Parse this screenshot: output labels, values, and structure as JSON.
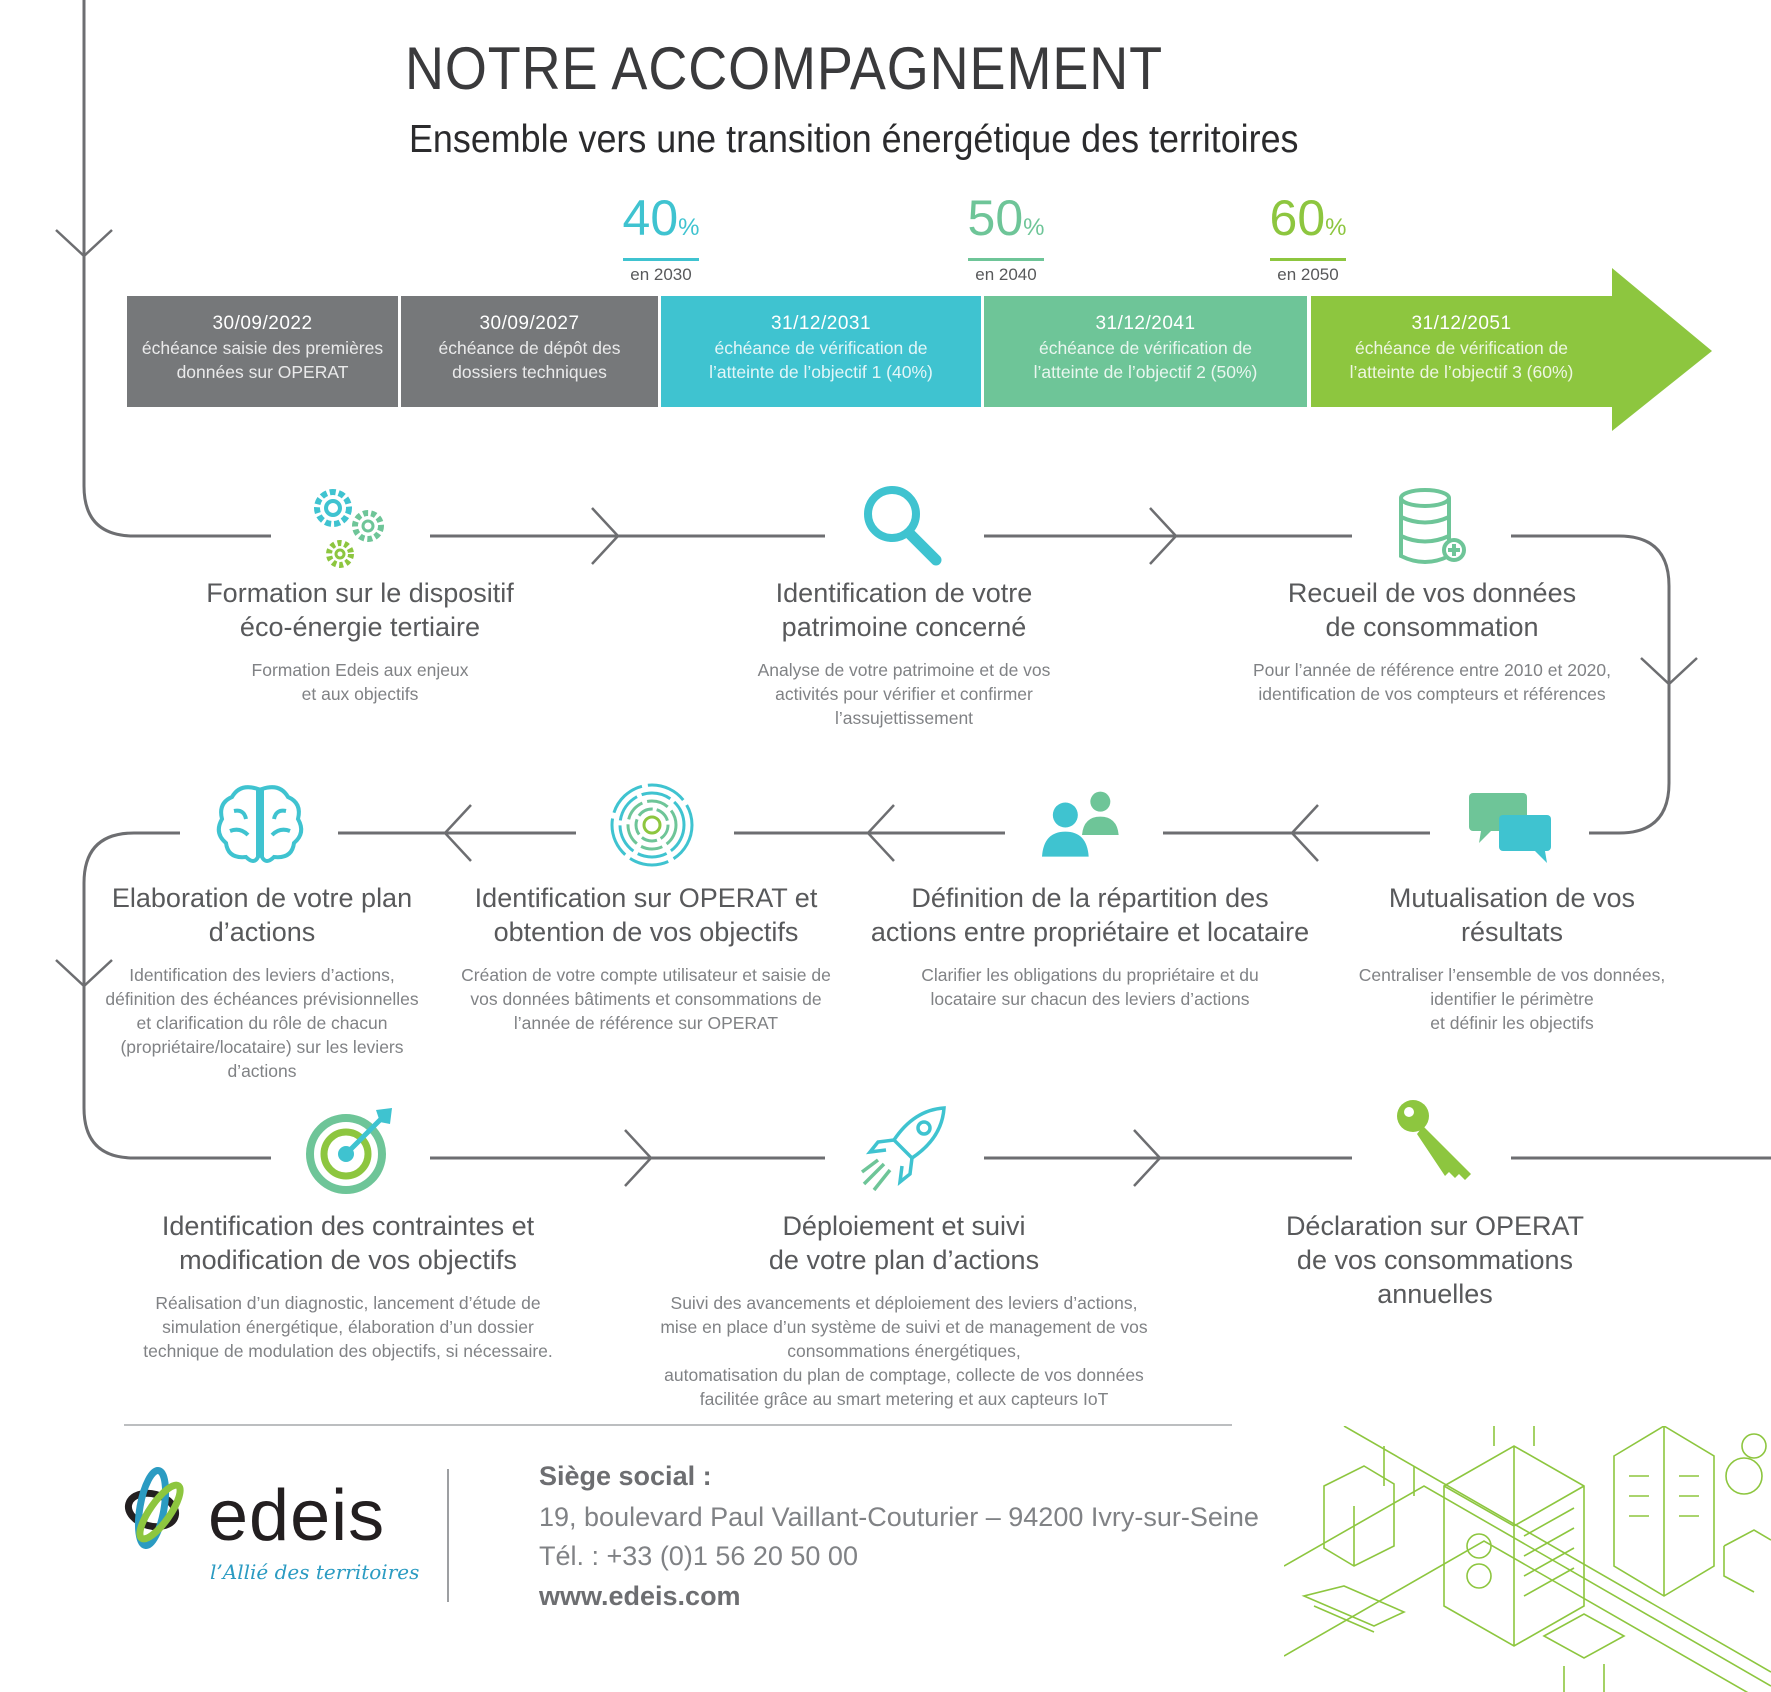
{
  "header": {
    "title": "NOTRE ACCOMPAGNEMENT",
    "subtitle": "Ensemble vers une transition énergétique des territoires"
  },
  "targets": [
    {
      "value": "40",
      "unit": "%",
      "year": "en 2030",
      "color": "#3fc3d0"
    },
    {
      "value": "50",
      "unit": "%",
      "year": "en 2040",
      "color": "#6ec598"
    },
    {
      "value": "60",
      "unit": "%",
      "year": "en 2050",
      "color": "#8dc63f"
    }
  ],
  "timeline": [
    {
      "date": "30/09/2022",
      "text1": "échéance saisie des premières",
      "text2": "données sur OPERAT",
      "color": "#76787a"
    },
    {
      "date": "30/09/2027",
      "text1": "échéance de dépôt des",
      "text2": "dossiers techniques",
      "color": "#76787a"
    },
    {
      "date": "31/12/2031",
      "text1": "échéance de vérification de",
      "text2": "l’atteinte de l’objectif 1 (40%)",
      "color": "#3fc3d0"
    },
    {
      "date": "31/12/2041",
      "text1": "échéance de vérification de",
      "text2": "l’atteinte de l’objectif 2 (50%)",
      "color": "#6ec598"
    },
    {
      "date": "31/12/2051",
      "text1": "échéance de vérification de",
      "text2": "l’atteinte de l’objectif 3 (60%)",
      "color": "#8dc63f"
    }
  ],
  "steps": [
    {
      "icon": "gears-icon",
      "title1": "Formation sur le dispositif",
      "title2": "éco-énergie tertiaire",
      "desc1": "Formation Edeis aux enjeux",
      "desc2": "et aux objectifs"
    },
    {
      "icon": "magnifier-icon",
      "title1": "Identification de votre",
      "title2": "patrimoine concerné",
      "desc1": "Analyse de votre patrimoine et de vos",
      "desc2": "activités pour vérifier et confirmer",
      "desc3": "l’assujettissement"
    },
    {
      "icon": "database-icon",
      "title1": "Recueil de vos données",
      "title2": "de consommation",
      "desc1": "Pour l’année de référence entre 2010 et 2020,",
      "desc2": "identification de vos compteurs et références"
    },
    {
      "icon": "chat-bubbles-icon",
      "title1": "Mutualisation de vos",
      "title2": "résultats",
      "desc1": "Centraliser l’ensemble de vos données,",
      "desc2": "identifier le périmètre",
      "desc3": "et définir les objectifs"
    },
    {
      "icon": "people-icon",
      "title1": "Définition de la répartition des",
      "title2": "actions entre propriétaire et locataire",
      "desc1": "Clarifier les obligations du propriétaire et du",
      "desc2": "locataire sur chacun des leviers d’actions"
    },
    {
      "icon": "fingerprint-icon",
      "title1": "Identification sur OPERAT et",
      "title2": "obtention de vos objectifs",
      "desc1": "Création de votre compte utilisateur et saisie de",
      "desc2": "vos données bâtiments et consommations de",
      "desc3": "l’année de référence sur OPERAT"
    },
    {
      "icon": "brain-icon",
      "title1": "Elaboration de votre plan",
      "title2": "d’actions",
      "desc1": "Identification des leviers d’actions,",
      "desc2": "définition des échéances prévisionnelles",
      "desc3": "et clarification du rôle de chacun",
      "desc4": "(propriétaire/locataire) sur les leviers",
      "desc5": "d’actions"
    },
    {
      "icon": "target-icon",
      "title1": "Identification des contraintes et",
      "title2": "modification de vos objectifs",
      "desc1": "Réalisation d’un diagnostic, lancement d’étude de",
      "desc2": "simulation énergétique, élaboration d’un dossier",
      "desc3": "technique de modulation des objectifs, si nécessaire."
    },
    {
      "icon": "rocket-icon",
      "title1": "Déploiement et suivi",
      "title2": "de votre plan d’actions",
      "desc1": "Suivi des avancements et déploiement des leviers d’actions,",
      "desc2": "mise en place d’un système de suivi et de management de vos",
      "desc3": "consommations énergétiques,",
      "desc4": "automatisation du plan de comptage, collecte de vos données",
      "desc5": "facilitée grâce au smart metering et aux capteurs IoT"
    },
    {
      "icon": "key-icon",
      "title1": "Déclaration sur OPERAT",
      "title2": "de vos consommations",
      "title3": "annuelles"
    }
  ],
  "footer": {
    "logo_text": "edeis",
    "tagline": "l’Allié des territoires",
    "hq_label": "Siège social :",
    "address": "19, boulevard Paul Vaillant-Couturier – 94200 Ivry-sur-Seine",
    "phone": "Tél. : +33 (0)1 56 20 50 00",
    "website": "www.edeis.com"
  },
  "colors": {
    "gray": "#76787a",
    "cyan": "#3fc3d0",
    "mint": "#6ec598",
    "green": "#8dc63f"
  }
}
